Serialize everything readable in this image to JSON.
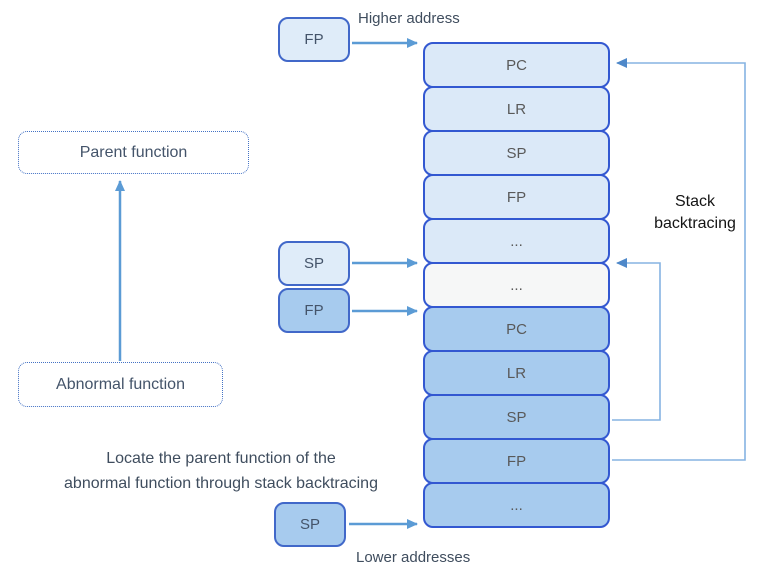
{
  "annotations": {
    "higher_address": "Higher address",
    "lower_addresses": "Lower addresses",
    "stack_backtracing": "Stack backtracing",
    "caption_line1": "Locate the parent function of the",
    "caption_line2": "abnormal function through stack backtracing"
  },
  "function_boxes": {
    "parent": {
      "label": "Parent function"
    },
    "abnormal": {
      "label": "Abnormal function"
    }
  },
  "registers": {
    "fp_top": {
      "label": "FP"
    },
    "sp_mid": {
      "label": "SP"
    },
    "fp_mid": {
      "label": "FP"
    },
    "sp_bottom": {
      "label": "SP"
    }
  },
  "stack": {
    "cells": [
      {
        "label": "PC",
        "tone": "light"
      },
      {
        "label": "LR",
        "tone": "light"
      },
      {
        "label": "SP",
        "tone": "light"
      },
      {
        "label": "FP",
        "tone": "light"
      },
      {
        "label": "...",
        "tone": "light"
      },
      {
        "label": "...",
        "tone": "white"
      },
      {
        "label": "PC",
        "tone": "dark"
      },
      {
        "label": "LR",
        "tone": "dark"
      },
      {
        "label": "SP",
        "tone": "dark"
      },
      {
        "label": "FP",
        "tone": "dark"
      },
      {
        "label": "...",
        "tone": "dark"
      }
    ]
  },
  "colors": {
    "cell_light_fill": "#dbe9f8",
    "cell_white_fill": "#f6f7f7",
    "cell_dark_fill": "#a7cbee",
    "cell_border": "#3358d1",
    "register_border": "#4168c9",
    "dotted_border": "#4472c4",
    "arrow_main": "#5b9bd5",
    "arrow_loop": "#85b3e2",
    "text_dark_slate": "#3f4d5e",
    "text_cell": "#595959"
  }
}
